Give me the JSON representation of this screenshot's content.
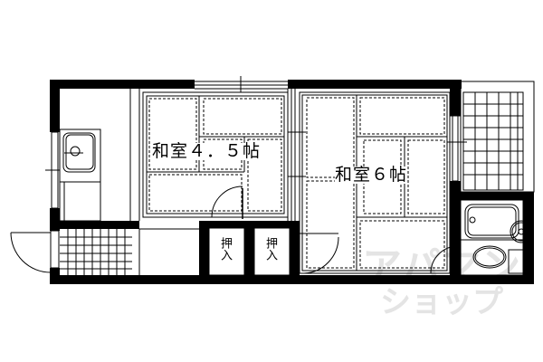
{
  "plan": {
    "rooms": [
      {
        "id": "washitsu-45",
        "label": "和室４．５帖"
      },
      {
        "id": "washitsu-6",
        "label": "和室６帖"
      }
    ],
    "closets": [
      {
        "id": "oshiire-1",
        "label": "押入"
      },
      {
        "id": "oshiire-2",
        "label": "押入"
      }
    ],
    "watermark": {
      "line1": "アパマン",
      "line2": "ショップ"
    },
    "colors": {
      "wall": "#000000",
      "background": "#ffffff",
      "watermark": "#e2e2e2"
    }
  }
}
